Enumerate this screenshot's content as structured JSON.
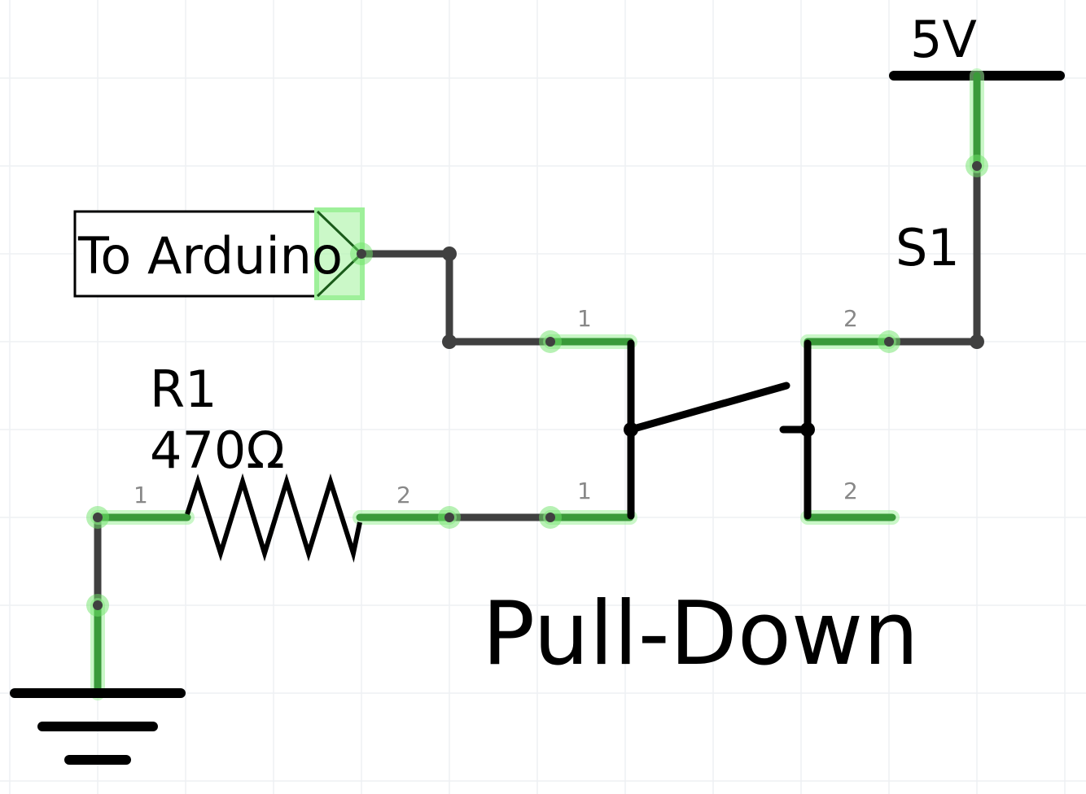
{
  "schematic": {
    "title": "Pull-Down",
    "power": {
      "label": "5V"
    },
    "ground": {
      "label": ""
    },
    "net_label": {
      "text": "To Arduino"
    },
    "switch": {
      "ref": "S1",
      "pins": [
        "1",
        "1",
        "2",
        "2"
      ]
    },
    "resistor": {
      "ref": "R1",
      "value": "470Ω",
      "pins": [
        "1",
        "2"
      ]
    },
    "colors": {
      "wire": "#404040",
      "symbol": "#000000",
      "pin_highlight": "#3a9a3a",
      "pin_glow": "#9ef09a",
      "grid": "#eef0f3",
      "pin_number": "#888888"
    }
  }
}
